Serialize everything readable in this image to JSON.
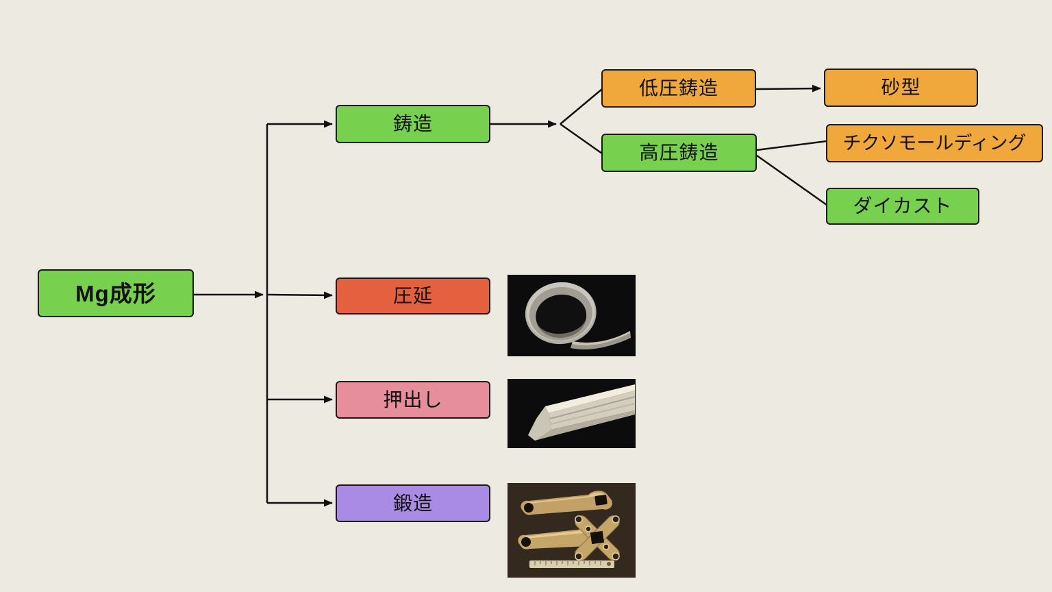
{
  "colors": {
    "background": "#EDEAE2",
    "green": "#77D14E",
    "orange": "#F0A73C",
    "red": "#E4603E",
    "pink": "#E78E9D",
    "purple": "#A98BE5",
    "border": "#1A1A1A",
    "line": "#111111"
  },
  "nodes": {
    "root": {
      "label": "Mg成形",
      "color": "green"
    },
    "casting": {
      "label": "鋳造",
      "color": "green"
    },
    "low_pressure_casting": {
      "label": "低圧鋳造",
      "color": "orange"
    },
    "sand_mold": {
      "label": "砂型",
      "color": "orange"
    },
    "high_pressure_casting": {
      "label": "高圧鋳造",
      "color": "green"
    },
    "thixomolding": {
      "label": "チクソモールディング",
      "color": "orange"
    },
    "die_casting": {
      "label": "ダイカスト",
      "color": "green"
    },
    "rolling": {
      "label": "圧延",
      "color": "red"
    },
    "extrusion": {
      "label": "押出し",
      "color": "pink"
    },
    "forging": {
      "label": "鍛造",
      "color": "purple"
    }
  },
  "edges": [
    {
      "from": "root",
      "to": "casting"
    },
    {
      "from": "root",
      "to": "rolling"
    },
    {
      "from": "root",
      "to": "extrusion"
    },
    {
      "from": "root",
      "to": "forging"
    },
    {
      "from": "casting",
      "to": "low_pressure_casting"
    },
    {
      "from": "casting",
      "to": "high_pressure_casting"
    },
    {
      "from": "low_pressure_casting",
      "to": "sand_mold"
    },
    {
      "from": "high_pressure_casting",
      "to": "thixomolding"
    },
    {
      "from": "high_pressure_casting",
      "to": "die_casting"
    }
  ],
  "photos": {
    "rolling": {
      "description": "coiled rolled magnesium strip on black background"
    },
    "extrusion": {
      "description": "extruded magnesium profile bar on black background"
    },
    "forging": {
      "description": "forged gold-colored bicycle crank arms with ruler on dark background"
    }
  }
}
